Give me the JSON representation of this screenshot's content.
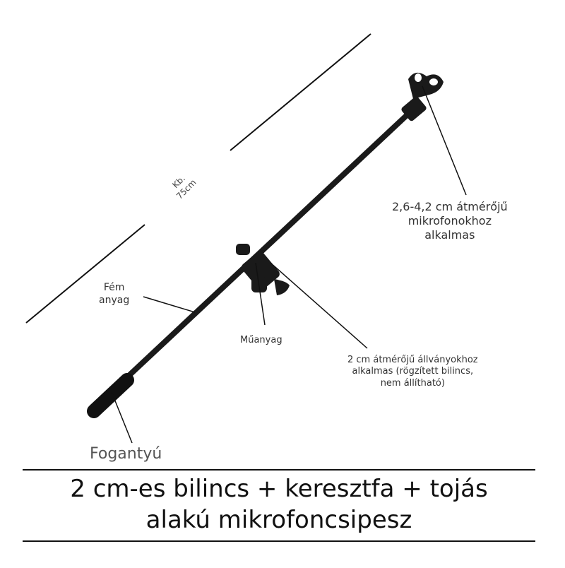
{
  "labels": {
    "length_line1": "Kb.",
    "length_line2": "75cm",
    "mic_line1": "2,6-4,2 cm átmérőjű",
    "mic_line2": "mikrofonokhoz",
    "mic_line3": "alkalmas",
    "metal_line1": "Fém",
    "metal_line2": "anyag",
    "plastic": "Műanyag",
    "clamp_line1": "2 cm átmérőjű állványokhoz",
    "clamp_line2": "alkalmas (rögzített bilincs,",
    "clamp_line3": "nem állítható)",
    "handle": "Fogantyú"
  },
  "caption": {
    "line1": "2 cm-es bilincs + keresztfa + tojás",
    "line2": "alakú mikrofoncsipesz"
  }
}
